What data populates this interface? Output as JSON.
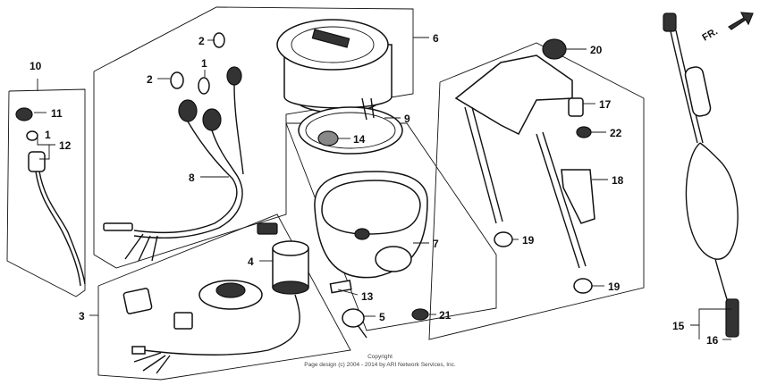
{
  "callouts": {
    "c1a": "1",
    "c1b": "1",
    "c2a": "2",
    "c2b": "2",
    "c3": "3",
    "c4": "4",
    "c5": "5",
    "c6": "6",
    "c7": "7",
    "c8": "8",
    "c9": "9",
    "c10": "10",
    "c11": "11",
    "c12": "12",
    "c13": "13",
    "c14": "14",
    "c15": "15",
    "c16": "16",
    "c17": "17",
    "c18": "18",
    "c19a": "19",
    "c19b": "19",
    "c20": "20",
    "c21": "21",
    "c22": "22"
  },
  "direction": {
    "label": "FR."
  },
  "copyright": {
    "line1": "Copyright",
    "line2": "Page design (c) 2004 - 2014 by ARI Network Services, Inc."
  }
}
